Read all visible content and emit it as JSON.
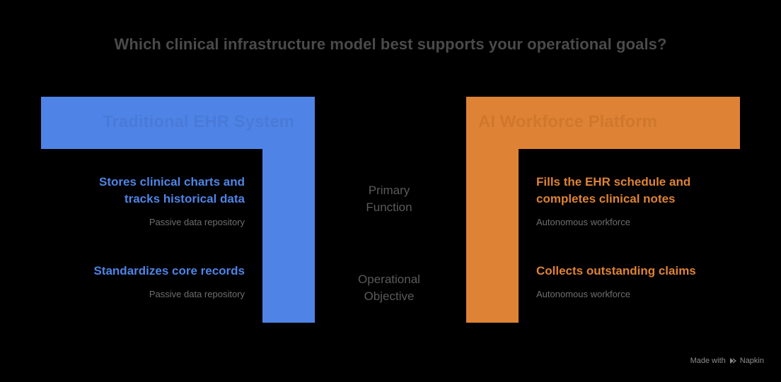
{
  "title": "Which clinical infrastructure model best supports your operational goals?",
  "models": {
    "left": {
      "heading": "Traditional EHR System",
      "accent_color": "#4f84e6",
      "primary_function": {
        "line1": "Stores clinical charts and",
        "line2": "tracks historical data",
        "descriptor": "Passive data repository"
      },
      "operational_objective": {
        "line1": "Standardizes core records",
        "descriptor": "Passive data repository"
      }
    },
    "right": {
      "heading": "AI Workforce Platform",
      "accent_color": "#de8335",
      "primary_function": {
        "line1": "Fills the EHR schedule and",
        "line2": "completes clinical notes",
        "descriptor": "Autonomous workforce"
      },
      "operational_objective": {
        "line1": "Collects outstanding claims",
        "descriptor": "Autonomous workforce"
      }
    }
  },
  "rows": {
    "primary_function": {
      "line1": "Primary",
      "line2": "Function"
    },
    "operational_objective": {
      "line1": "Operational",
      "line2": "Objective"
    }
  },
  "footer": {
    "text": "Made with",
    "brand": "Napkin",
    "icon": "napkin-icon"
  }
}
